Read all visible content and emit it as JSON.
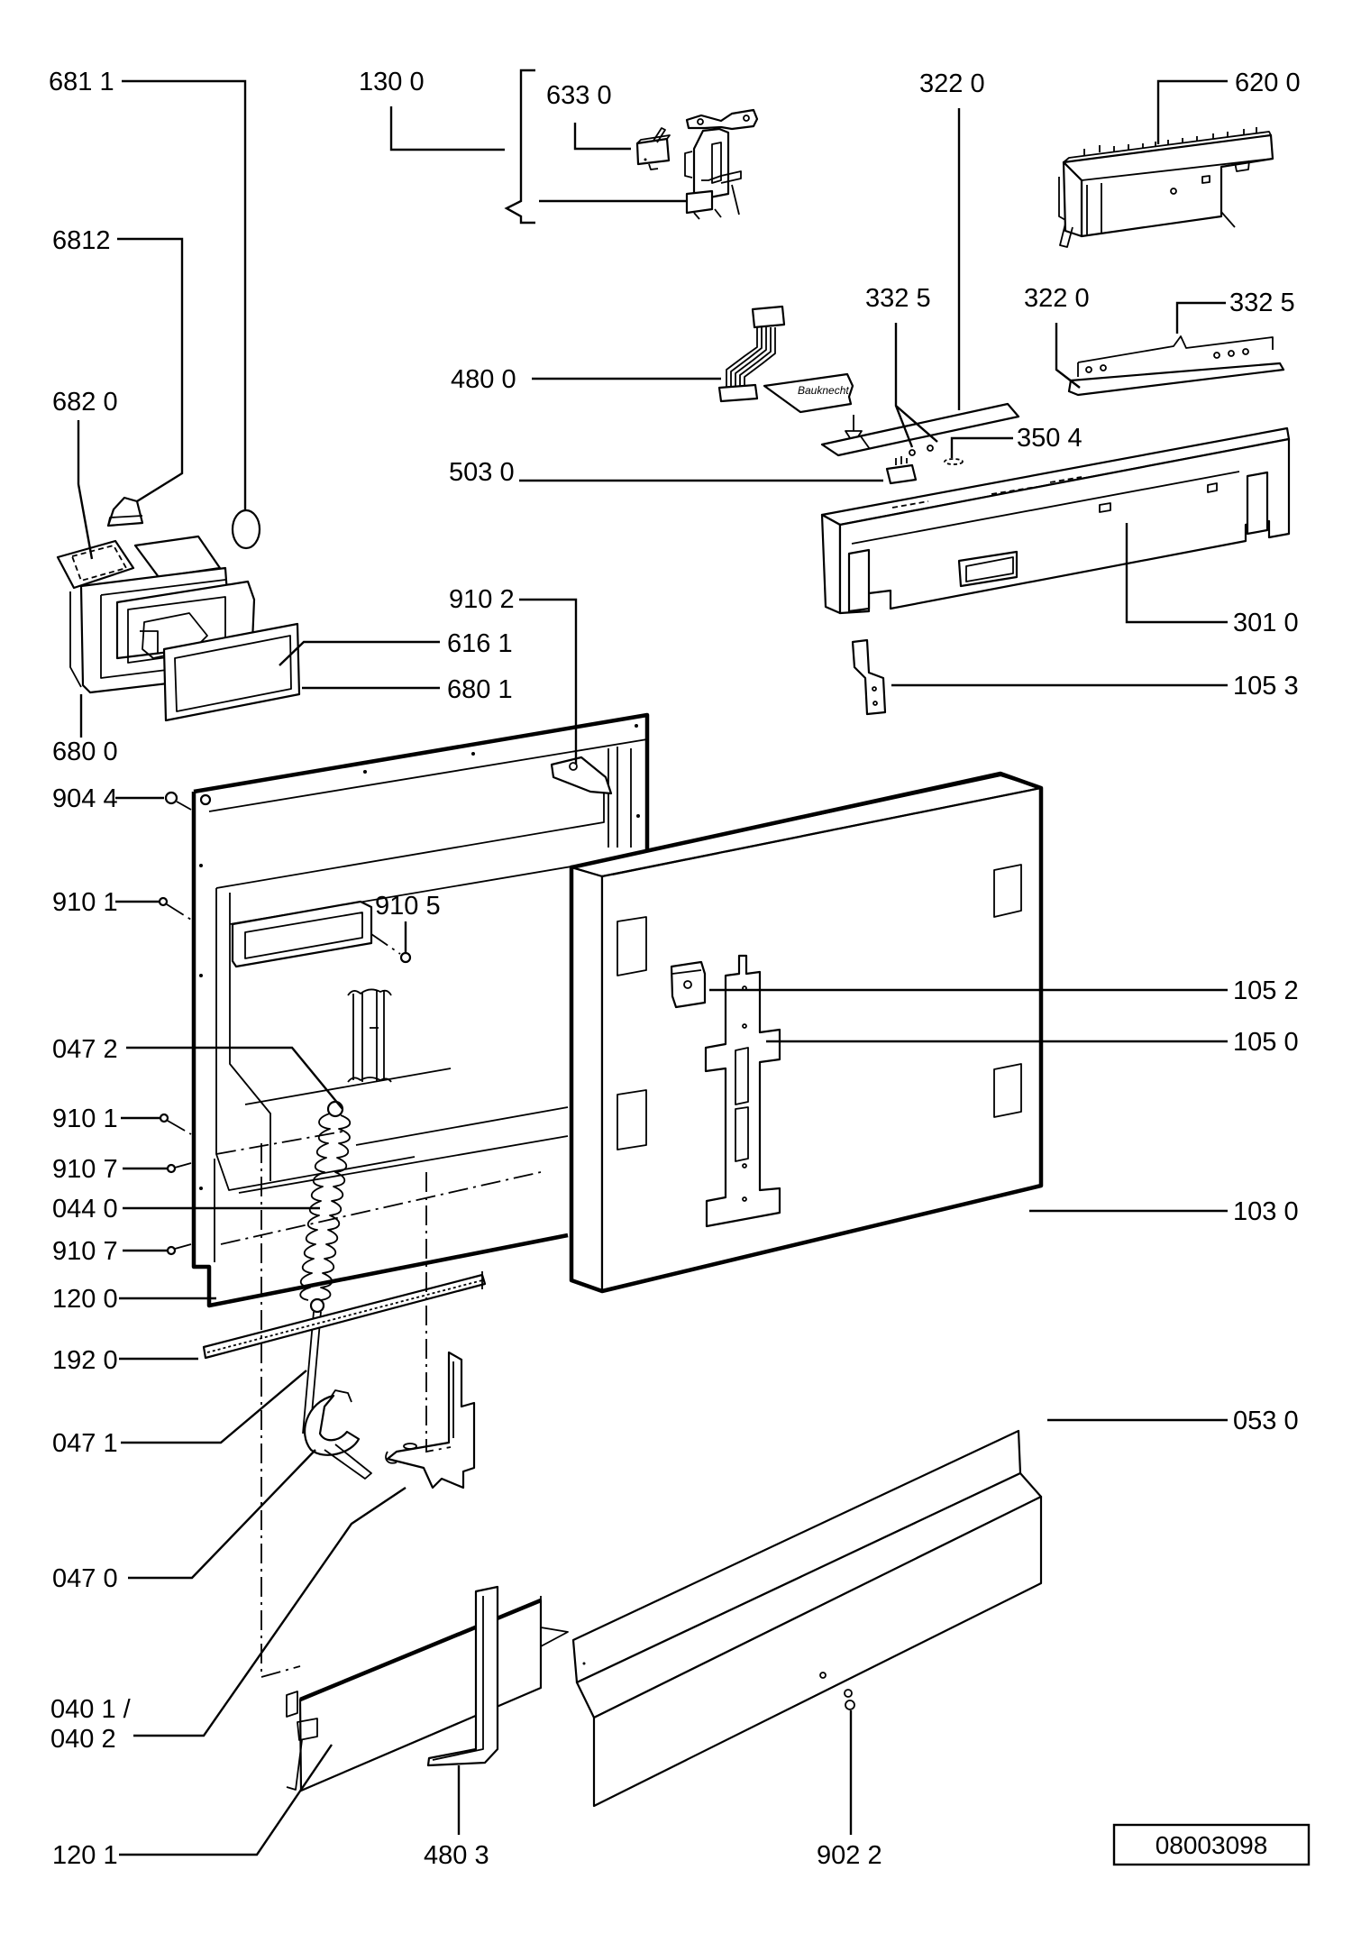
{
  "diagram": {
    "type": "exploded parts diagram",
    "subject": "Dishwasher door assembly",
    "document_number": "08003098",
    "brand_on_label": "Bauknecht",
    "part_labels": {
      "p6811": "681 1",
      "p1300": "130 0",
      "p6330": "633 0",
      "p3220_top": "322 0",
      "p6200": "620 0",
      "p6812": "6812",
      "p3325_center": "332 5",
      "p3220_right": "322  0",
      "p3325_right": "332  5",
      "p4800": "480 0",
      "p6820": "682 0",
      "p3504": "350 4",
      "p5030": "503  0",
      "p9102": "910 2",
      "p6161": "616 1",
      "p3010": "301 0",
      "p6801": "680 1",
      "p6800": "680 0",
      "p1053": "105 3",
      "p9044": "904 4",
      "p9101_a": "910 1",
      "p9105": "910 5",
      "p1052": "105 2",
      "p1050": "105 0",
      "p0472": "047 2",
      "p9101_b": "910 1",
      "p9107_a": "910 7",
      "p0440": "044 0",
      "p1030": "103 0",
      "p9107_b": "910 7",
      "p1200": "120 0",
      "p1920": "192 0",
      "p0530": "053 0",
      "p0471": "047 1",
      "p0470": "047 0",
      "p0401": "040 1 /",
      "p0402": "040 2",
      "p1201": "120 1",
      "p4803": "480 3",
      "p9022": "902 2"
    }
  }
}
